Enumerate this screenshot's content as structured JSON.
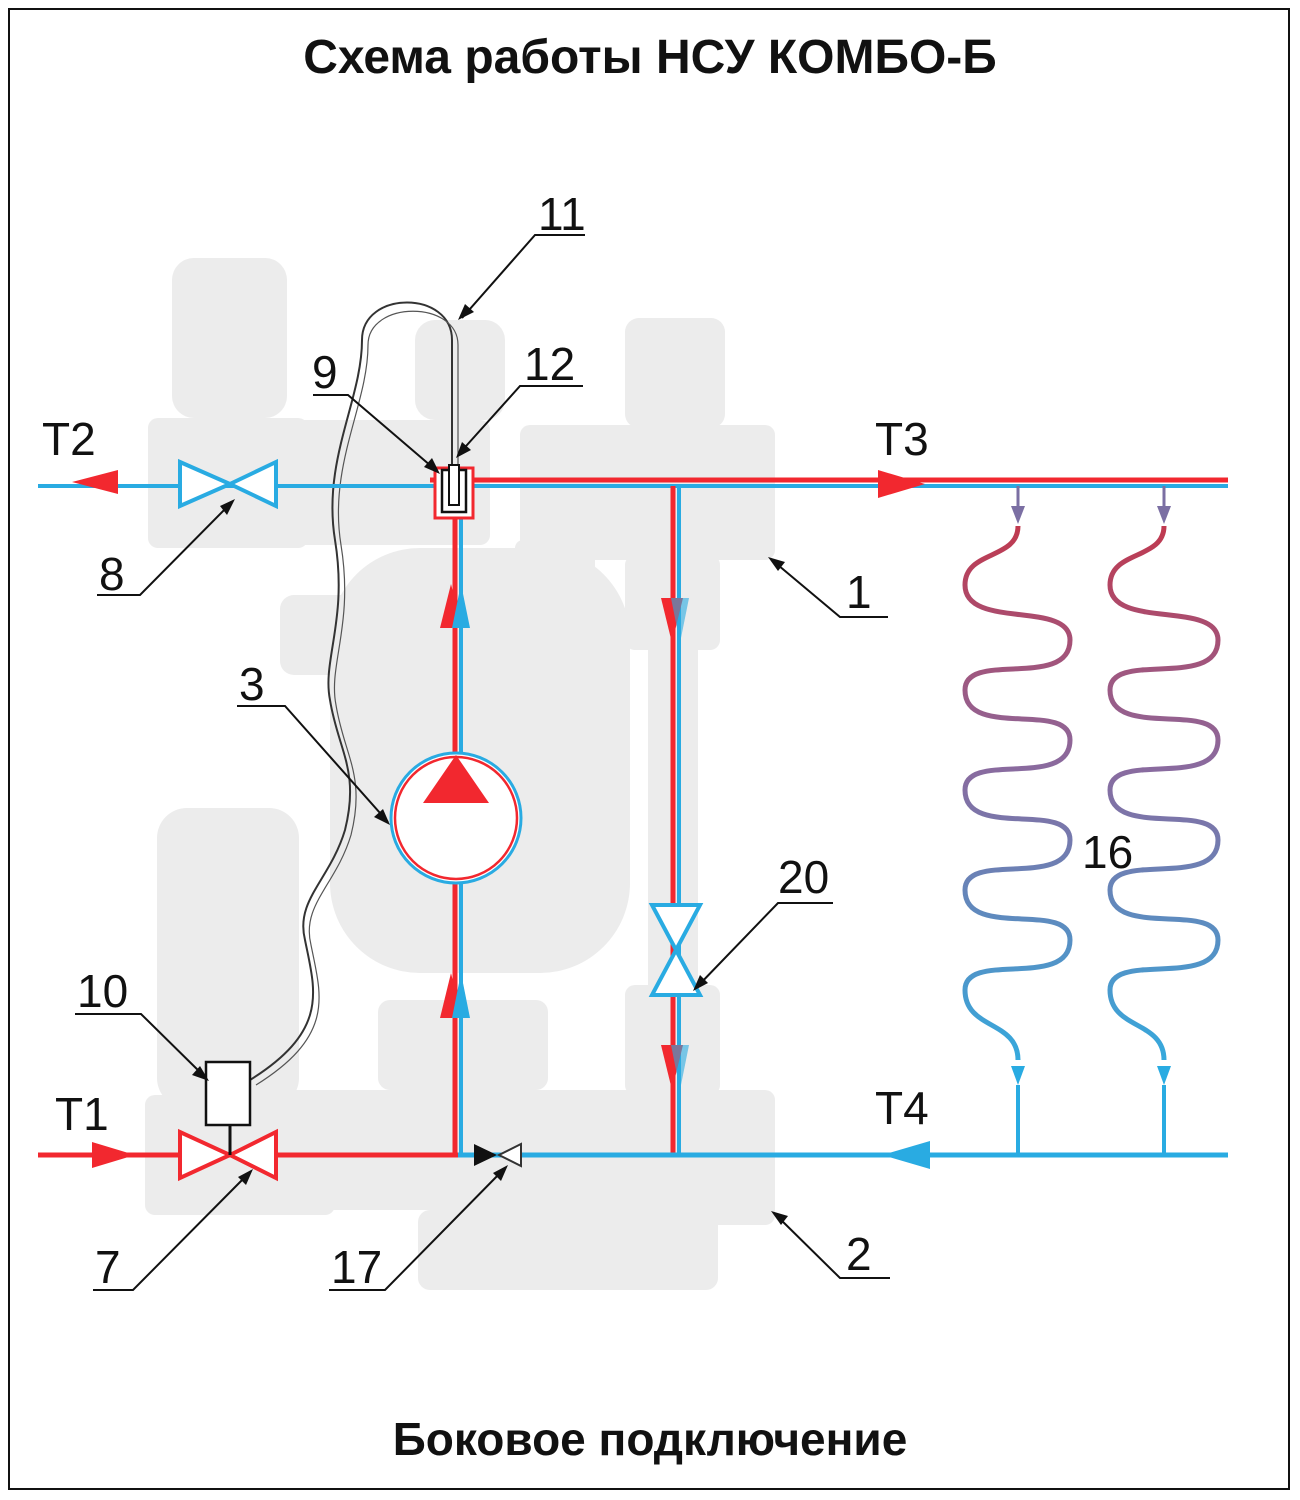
{
  "title": "Схема работы НСУ КОМБО-Б",
  "subtitle": "Боковое подключение",
  "colors": {
    "hot": "#f2282f",
    "cold": "#29abe2",
    "mixed": "#7b6fa3",
    "body": "#ececec",
    "line": "#111111"
  },
  "ports": {
    "t1": "T1",
    "t2": "T2",
    "t3": "T3",
    "t4": "T4"
  },
  "callouts": {
    "c1": "1",
    "c2": "2",
    "c3": "3",
    "c7": "7",
    "c8": "8",
    "c9": "9",
    "c10": "10",
    "c11": "11",
    "c12": "12",
    "c16": "16",
    "c17": "17",
    "c20": "20"
  }
}
